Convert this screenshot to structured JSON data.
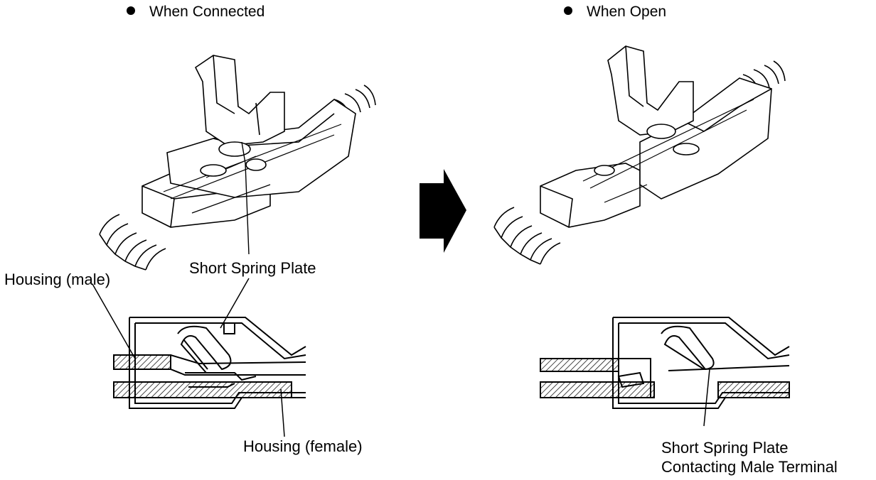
{
  "headers": {
    "left": "When Connected",
    "right": "When Open"
  },
  "labels": {
    "short_spring_plate": "Short Spring Plate",
    "housing_male": "Housing (male)",
    "housing_female": "Housing (female)",
    "short_spring_contact_line1": "Short Spring Plate",
    "short_spring_contact_line2": "Contacting Male Terminal"
  },
  "icons": {
    "transition_arrow": "arrow-right-icon",
    "bullet": "bullet-icon"
  }
}
